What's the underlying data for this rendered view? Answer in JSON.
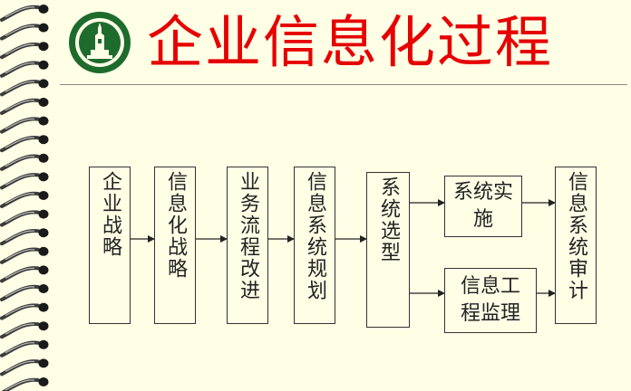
{
  "title": "企业信息化过程",
  "colors": {
    "title": "#E60000",
    "background": "#FFFFE6",
    "logo": "#1E6B2E",
    "border": "#333333"
  },
  "logo_icon": "school-emblem-icon",
  "steps": [
    {
      "id": "strategy",
      "label": "企业战略"
    },
    {
      "id": "it-strategy",
      "label": "信息化战略"
    },
    {
      "id": "bpr",
      "label": "业务流程改进"
    },
    {
      "id": "planning",
      "label": "信息系统规划"
    },
    {
      "id": "selection",
      "label": "系统选型"
    },
    {
      "id": "implementation",
      "label": "系统实施"
    },
    {
      "id": "supervision",
      "label": "信息工程监理"
    },
    {
      "id": "audit",
      "label": "信息系统审计"
    }
  ]
}
